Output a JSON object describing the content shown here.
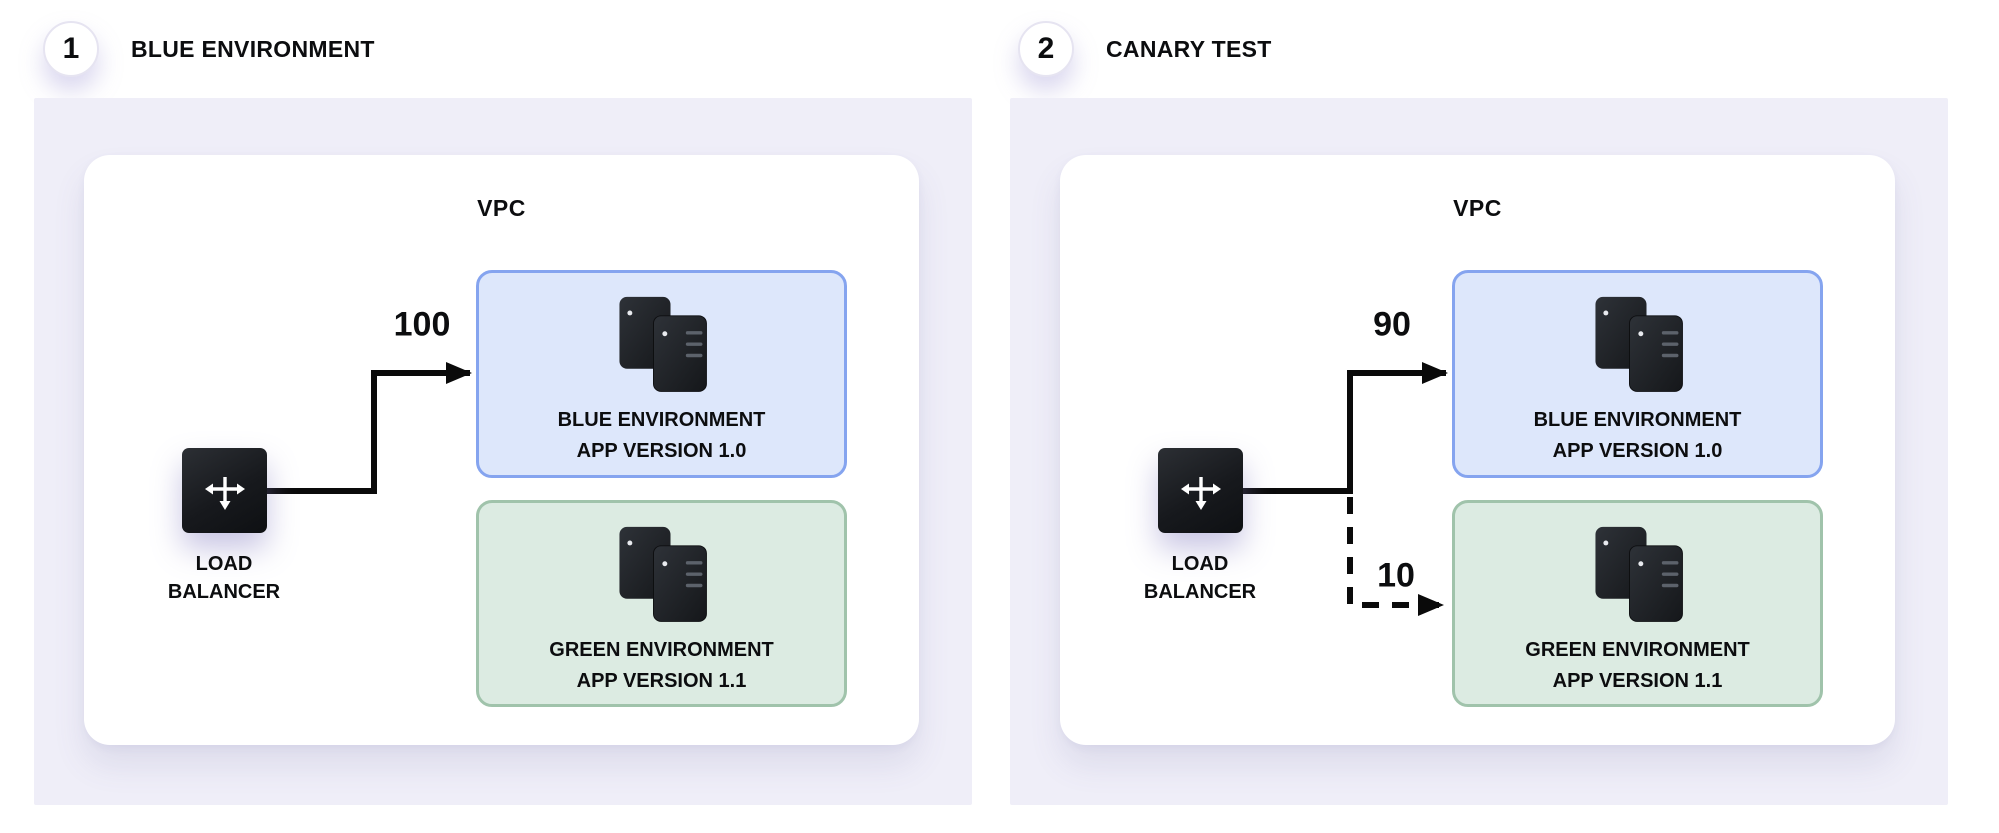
{
  "diagram_title": "Blue-Green / Canary deployment diagram",
  "colors": {
    "page_bg": "#ffffff",
    "panel_bg": "#efeef8",
    "card_bg": "#ffffff",
    "blue_box_fill": "#dde7fb",
    "blue_box_border": "#85a4ef",
    "green_box_fill": "#dcebe2",
    "green_box_border": "#a0c3ab",
    "node_bg": "#17191d",
    "arrow_line": "#0a0a0a",
    "text": "#0c0d0f"
  },
  "panels": [
    {
      "badge": "1",
      "title": "BLUE ENVIRONMENT",
      "vpc_label": "VPC",
      "load_balancer": {
        "line1": "LOAD",
        "line2": "BALANCER"
      },
      "environments": [
        {
          "name": "blue-environment",
          "line1": "BLUE ENVIRONMENT",
          "line2": "APP VERSION 1.0"
        },
        {
          "name": "green-environment",
          "line1": "GREEN ENVIRONMENT",
          "line2": "APP VERSION 1.1"
        }
      ],
      "flows": [
        {
          "target": "blue-environment",
          "weight": "100",
          "style": "solid"
        }
      ]
    },
    {
      "badge": "2",
      "title": "CANARY TEST",
      "vpc_label": "VPC",
      "load_balancer": {
        "line1": "LOAD",
        "line2": "BALANCER"
      },
      "environments": [
        {
          "name": "blue-environment",
          "line1": "BLUE ENVIRONMENT",
          "line2": "APP VERSION 1.0"
        },
        {
          "name": "green-environment",
          "line1": "GREEN ENVIRONMENT",
          "line2": "APP VERSION 1.1"
        }
      ],
      "flows": [
        {
          "target": "blue-environment",
          "weight": "90",
          "style": "solid"
        },
        {
          "target": "green-environment",
          "weight": "10",
          "style": "dashed"
        }
      ]
    }
  ]
}
